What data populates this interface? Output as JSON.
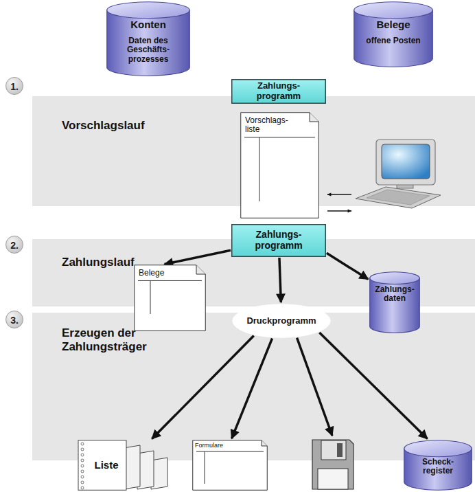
{
  "diagram": {
    "nodes": [
      {
        "text": [
          "Konten",
          "Daten des Geschäfts- prozesses"
        ]
      },
      {
        "text": [
          "Belege",
          "offene Posten"
        ]
      },
      {
        "text": [
          "Zahlungs- programm"
        ]
      },
      {
        "text": [
          "1.",
          "Vorschlagslauf"
        ]
      },
      {
        "text": [
          "Vorschlags- liste"
        ]
      },
      {
        "text": [
          "2.",
          "Zahlungslauf"
        ]
      },
      {
        "text": [
          "Zahlungs- programm"
        ]
      },
      {
        "text": [
          "Belege"
        ]
      },
      {
        "text": [
          "Druckprogramm"
        ]
      },
      {
        "text": [
          "Zahlungs- daten"
        ]
      },
      {
        "text": [
          "3.",
          "Erzeugen der Zahlungsträger"
        ]
      },
      {
        "text": [
          "Liste"
        ]
      },
      {
        "text": [
          "Formulare"
        ]
      },
      {
        "text": [
          "Scheck- register"
        ]
      }
    ],
    "edges": [
      {
        "from": 6,
        "to": 7,
        "arrow": "to"
      },
      {
        "from": 6,
        "to": 8,
        "arrow": "to"
      },
      {
        "from": 6,
        "to": 9,
        "arrow": "to"
      },
      {
        "from": 8,
        "to": 11,
        "arrow": "to"
      },
      {
        "from": 8,
        "to": 12,
        "arrow": "to"
      },
      {
        "from": 8,
        "to": 13,
        "arrow": "to"
      }
    ]
  }
}
